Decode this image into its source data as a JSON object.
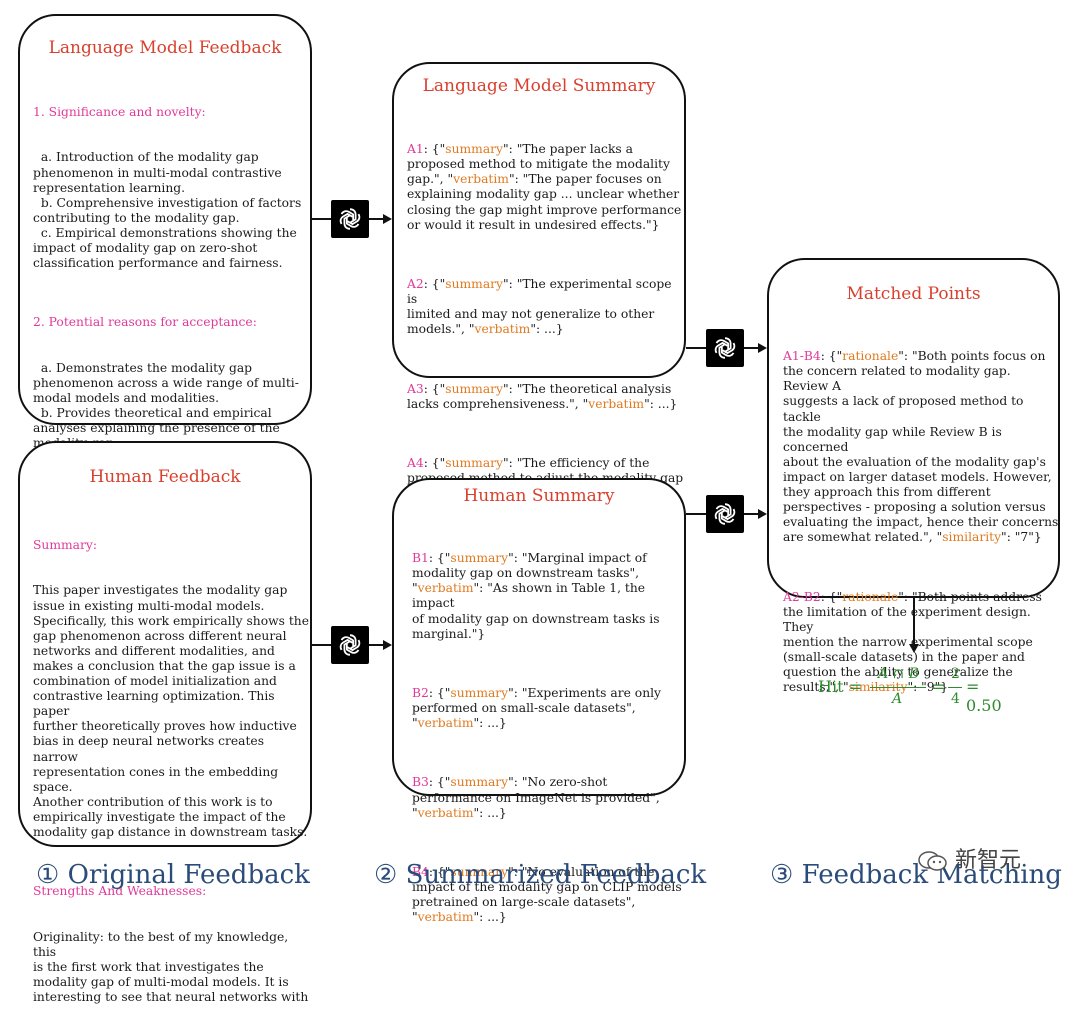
{
  "boxes": {
    "lm_feedback": {
      "title": "Language Model Feedback",
      "h1": "1. Significance and novelty:",
      "h1_items": "  a. Introduction of the modality gap\nphenomenon in multi-modal contrastive\nrepresentation learning.\n  b. Comprehensive investigation of factors\ncontributing to the modality gap.\n  c. Empirical demonstrations showing the\nimpact of modality gap on zero-shot\nclassification performance and fairness.",
      "h2": "2. Potential reasons for acceptance:",
      "h2_items": "  a. Demonstrates the modality gap\nphenomenon across a wide range of multi-\nmodal models and modalities.\n  b. Provides theoretical and empirical\nanalyses explaining the presence of the\nmodality gap.\n  c. Implications of modality gap on\ndownstream task performance and fairness.\n  d. Connects the modality gap with deep\nneural network inductive biases, adding to\nthe understanding of these networks."
    },
    "human_feedback": {
      "title": "Human Feedback",
      "h1": "Summary:",
      "h1_text": "This paper investigates the modality gap\nissue in existing multi-modal models.\nSpecifically, this work empirically shows the\ngap phenomenon across different neural\nnetworks and different modalities, and\nmakes a conclusion that the gap issue is a\ncombination of model initialization and\ncontrastive learning optimization. This paper\nfurther theoretically proves how inductive\nbias in deep neural networks creates narrow\nrepresentation cones in the embedding space.\nAnother contribution of this work is to\nempirically investigate the impact of the\nmodality gap distance in downstream tasks.",
      "h2": "Strengths And Weaknesses:",
      "h2_text": "Originality: to the best of my knowledge, this\nis the first work that investigates the\nmodality gap of multi-modal models. It is\ninteresting to see that neural networks with"
    },
    "lm_summary": {
      "title": "Language Model Summary",
      "a1_id": "A1",
      "a1_p1": ": {\"",
      "a1_k1": "summary",
      "a1_p2": "\": \"The paper lacks a\nproposed method to mitigate the modality\ngap.\", \"",
      "a1_k2": "verbatim",
      "a1_p3": "\": \"The paper focuses on\nexplaining modality gap ... unclear whether\nclosing the gap might improve performance\nor would it result in undesired effects.\"}",
      "a2_id": "A2",
      "a2_p1": ": {\"",
      "a2_k1": "summary",
      "a2_p2": "\": \"The experimental scope is\nlimited and may not generalize to other\nmodels.\", \"",
      "a2_k2": "verbatim",
      "a2_p3": "\": ...}",
      "a3_id": "A3",
      "a3_p1": ": {\"",
      "a3_k1": "summary",
      "a3_p2": "\": \"The theoretical analysis\nlacks comprehensiveness.\", \"",
      "a3_k2": "verbatim",
      "a3_p3": "\": ...}",
      "a4_id": "A4",
      "a4_p1": ": {\"",
      "a4_k1": "summary",
      "a4_p2": "\": \"The efficiency of the\nproposed method to adjust the modality gap\nis in question.\", \"",
      "a4_k2": "verbatim",
      "a4_p3": "\": ...}"
    },
    "human_summary": {
      "title": "Human Summary",
      "b1_id": "B1",
      "b1_p1": ": {\"",
      "b1_k1": "summary",
      "b1_p2": "\": \"Marginal impact of\nmodality gap on downstream tasks\",\n\"",
      "b1_k2": "verbatim",
      "b1_p3": "\": \"As shown in Table 1, the impact\nof modality gap on downstream tasks is\nmarginal.\"}",
      "b2_id": "B2",
      "b2_p1": ": {\"",
      "b2_k1": "summary",
      "b2_p2": "\": \"Experiments are only\nperformed on small-scale datasets\",\n\"",
      "b2_k2": "verbatim",
      "b2_p3": "\": ...}",
      "b3_id": "B3",
      "b3_p1": ": {\"",
      "b3_k1": "summary",
      "b3_p2": "\": \"No zero-shot\nperformance on ImageNet is provided\",\n\"",
      "b3_k2": "verbatim",
      "b3_p3": "\": ...}",
      "b4_id": "B4",
      "b4_p1": ": {\"",
      "b4_k1": "summary",
      "b4_p2": "\": \"No evaluation of the\nimpact of the modality gap on CLIP models\npretrained on large-scale datasets\",\n\"",
      "b4_k2": "verbatim",
      "b4_p3": "\": ...}"
    },
    "matched_points": {
      "title": "Matched Points",
      "m1_id": "A1-B4",
      "m1_p1": ": {\"",
      "m1_k1": "rationale",
      "m1_p2": "\": \"Both points focus on\nthe concern related to modality gap. Review A\nsuggests a lack of proposed method to tackle\nthe modality gap while Review B is concerned\nabout the evaluation of the modality gap's\nimpact on larger dataset models. However,\nthey approach this from different\nperspectives - proposing a solution versus\nevaluating the impact, hence their concerns\nare somewhat related.\", \"",
      "m1_k2": "similarity",
      "m1_p3": "\": \"7\"}",
      "m2_id": "A2-B2",
      "m2_p1": ": {\"",
      "m2_k1": "rationale",
      "m2_p2": "\": \"Both points address\nthe limitation of the experiment design. They\nmention the narrow experimental scope\n(small-scale datasets) in the paper and\nquestion the ability to generalize the\nresults.\", \"",
      "m2_k2": "similarity",
      "m2_p3": "\": \"9\"}"
    }
  },
  "formula": {
    "hit": "Hit =",
    "num": "A ∩ B",
    "den": "A",
    "eq": "=",
    "num2": "2",
    "den2": "4",
    "result": "= 0.50"
  },
  "labels": {
    "original": "① Original Feedback",
    "summarized": "② Summarized Feedback",
    "matching": "③ Feedback Matching"
  },
  "watermark": "新智元",
  "icons": [
    "openai-logo-icon"
  ],
  "colors": {
    "title": "#d8402e",
    "heading": "#e0399a",
    "key": "#e07a1f",
    "formula": "#2e8b2e",
    "section_label": "#2b4c7a"
  }
}
